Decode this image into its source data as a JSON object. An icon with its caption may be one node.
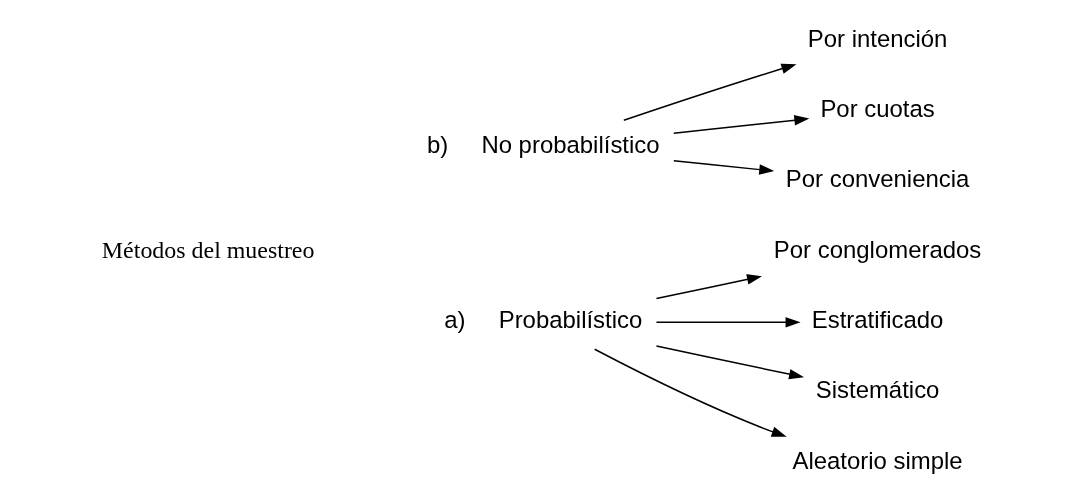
{
  "diagram": {
    "nodes": [
      {
        "text": [
          "Métodos del muestreo"
        ]
      },
      {
        "text": [
          "a)",
          "Probabilístico"
        ]
      },
      {
        "text": [
          "b)",
          "No probabilístico"
        ]
      },
      {
        "text": [
          "Aleatorio simple"
        ]
      },
      {
        "text": [
          "Sistemático"
        ]
      },
      {
        "text": [
          "Estratificado"
        ]
      },
      {
        "text": [
          "Por conglomerados"
        ]
      },
      {
        "text": [
          "Por conveniencia"
        ]
      },
      {
        "text": [
          "Por cuotas"
        ]
      },
      {
        "text": [
          "Por intención"
        ]
      }
    ],
    "edges": [
      {
        "from": 1,
        "to": 3,
        "arrow": "to"
      },
      {
        "from": 1,
        "to": 4,
        "arrow": "to"
      },
      {
        "from": 1,
        "to": 5,
        "arrow": "to"
      },
      {
        "from": 1,
        "to": 6,
        "arrow": "to"
      },
      {
        "from": 2,
        "to": 7,
        "arrow": "to"
      },
      {
        "from": 2,
        "to": 8,
        "arrow": "to"
      },
      {
        "from": 2,
        "to": 9,
        "arrow": "to"
      }
    ]
  }
}
